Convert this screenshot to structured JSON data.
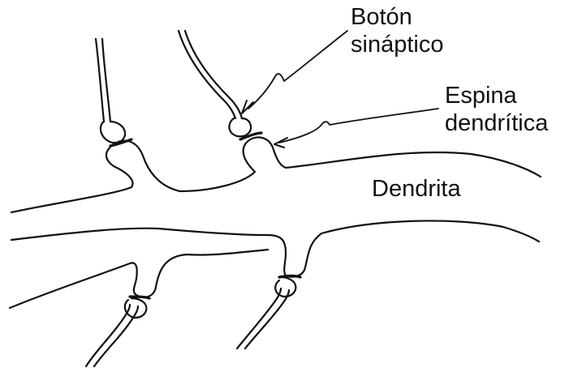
{
  "labels": {
    "boton_sinaptico": [
      "Botón",
      "sináptico"
    ],
    "espina_dendritica": [
      "Espina",
      "dendrítica"
    ],
    "dendrita": "Dendrita"
  },
  "colors": {
    "ink": "#111111",
    "background": "#ffffff"
  }
}
